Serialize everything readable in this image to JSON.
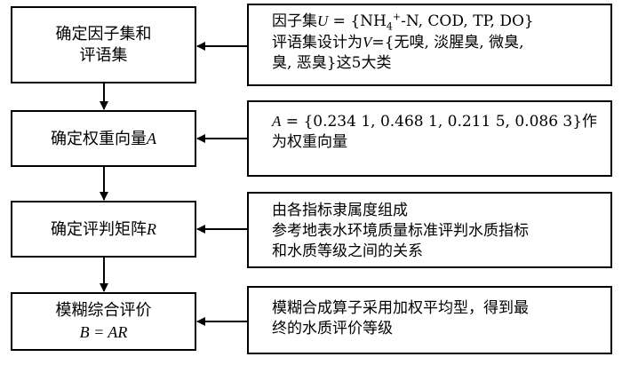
{
  "steps": [
    {
      "line1": "确定因子集和",
      "line2": "评语集"
    },
    {
      "text": "确定权重向量",
      "var": "A"
    },
    {
      "text": "确定评判矩阵",
      "var": "R"
    },
    {
      "line1": "模糊综合评价",
      "formula": "B = AR"
    }
  ],
  "notes": [
    {
      "pre": "因子集",
      "U": "U",
      "eq1": " = {NH",
      "sub": "4",
      "sup": "+",
      "rest1": "-N, COD, TP, DO}",
      "l2pre": "评语集设计为",
      "V": "V",
      "l2rest": "={无嗅, 淡腥臭, 微臭,",
      "l3": "臭, 恶臭}这5大类"
    },
    {
      "A": "A",
      "l1rest": " = {0.234 1, 0.468 1, 0.211 5, 0.086 3}作",
      "l2": "为权重向量"
    },
    {
      "l1": "由各指标隶属度组成",
      "l2": "参考地表水环境质量标准评判水质指标",
      "l3": "和水质等级之间的关系"
    },
    {
      "l1": "模糊合成算子采用加权平均型，得到最",
      "l2": "终的水质评价等级"
    }
  ]
}
